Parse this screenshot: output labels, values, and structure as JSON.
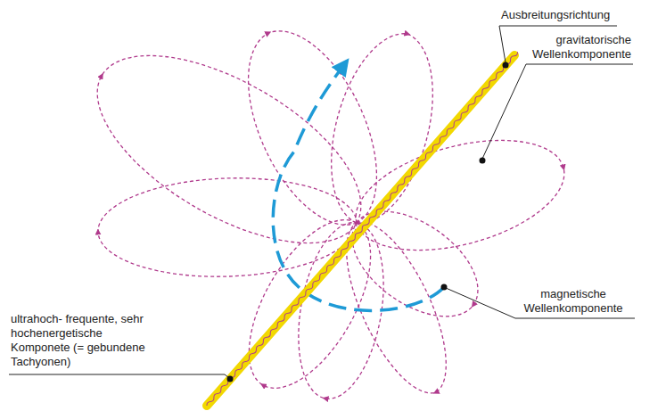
{
  "diagram": {
    "labels": [
      "Ausbreitungsrichtung",
      "gravitatorische Wellenkomponente",
      "ultrahoch- frequente, sehr hochenergetische Komponete (= gebundene Tachyonen)",
      "magnetische Wellenkomponente"
    ]
  }
}
